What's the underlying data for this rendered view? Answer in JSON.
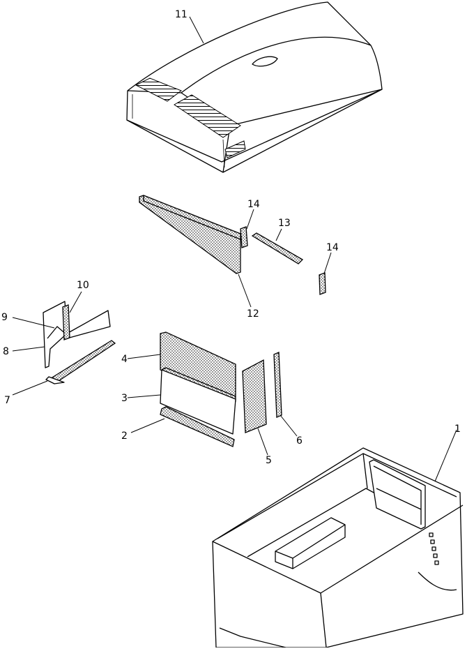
{
  "callouts": [
    {
      "label": "1"
    },
    {
      "label": "2"
    },
    {
      "label": "3"
    },
    {
      "label": "4"
    },
    {
      "label": "5"
    },
    {
      "label": "6"
    },
    {
      "label": "7"
    },
    {
      "label": "8"
    },
    {
      "label": "9"
    },
    {
      "label": "10"
    },
    {
      "label": "11"
    },
    {
      "label": "12"
    },
    {
      "label": "13"
    },
    {
      "label": "14"
    },
    {
      "label": "14"
    }
  ]
}
